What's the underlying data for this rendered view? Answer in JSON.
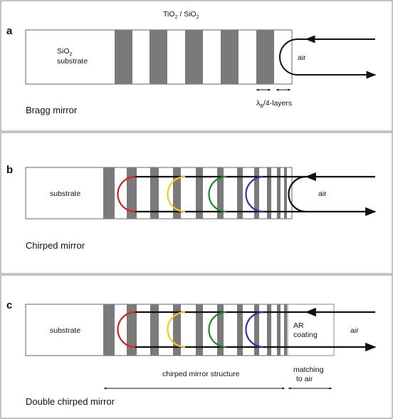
{
  "panels": [
    {
      "letter": "a",
      "caption": "Bragg mirror",
      "substrate_line1": "SiO",
      "substrate_line1_sub": "2",
      "substrate_line2": "substrate",
      "top_label_a": "TiO",
      "top_label_a_sub": "2",
      "top_label_sep": " / SiO",
      "top_label_b_sub": "2",
      "medium_label": "air",
      "layer_label_lambda": "λ",
      "layer_label_sub": "B",
      "layer_label_rest": "/4-layers"
    },
    {
      "letter": "b",
      "caption": "Chirped mirror",
      "substrate_label": "substrate",
      "medium_label": "air"
    },
    {
      "letter": "c",
      "caption": "Double chirped mirror",
      "substrate_label": "substrate",
      "coating_line1": "AR",
      "coating_line2": "coating",
      "medium_label": "air",
      "structure_label": "chirped mirror structure",
      "matching_line1": "matching",
      "matching_line2": "to air"
    }
  ],
  "colors": {
    "dark_layer": "#7a7a7a",
    "red": "#d62222",
    "yellow": "#f1cc1c",
    "green": "#1c8a2a",
    "blue": "#2a36b0",
    "frame": "#888888"
  }
}
